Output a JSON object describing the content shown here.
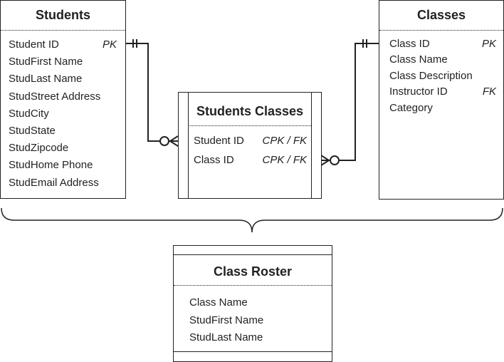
{
  "students": {
    "title": "Students",
    "attributes": [
      {
        "name": "Student ID",
        "key": "PK"
      },
      {
        "name": "StudFirst Name",
        "key": ""
      },
      {
        "name": "StudLast Name",
        "key": ""
      },
      {
        "name": "StudStreet Address",
        "key": ""
      },
      {
        "name": "StudCity",
        "key": ""
      },
      {
        "name": "StudState",
        "key": ""
      },
      {
        "name": "StudZipcode",
        "key": ""
      },
      {
        "name": "StudHome Phone",
        "key": ""
      },
      {
        "name": "StudEmail Address",
        "key": ""
      }
    ]
  },
  "classes": {
    "title": "Classes",
    "attributes": [
      {
        "name": "Class ID",
        "key": "PK"
      },
      {
        "name": "Class Name",
        "key": ""
      },
      {
        "name": "Class Description",
        "key": ""
      },
      {
        "name": "Instructor ID",
        "key": "FK"
      },
      {
        "name": "Category",
        "key": ""
      }
    ]
  },
  "students_classes": {
    "title": "Students Classes",
    "attributes": [
      {
        "name": "Student ID",
        "key": "CPK / FK"
      },
      {
        "name": "Class ID",
        "key": "CPK / FK"
      }
    ]
  },
  "class_roster": {
    "title": "Class Roster",
    "attributes": [
      {
        "name": "Class Name"
      },
      {
        "name": "StudFirst Name"
      },
      {
        "name": "StudLast Name"
      }
    ]
  }
}
